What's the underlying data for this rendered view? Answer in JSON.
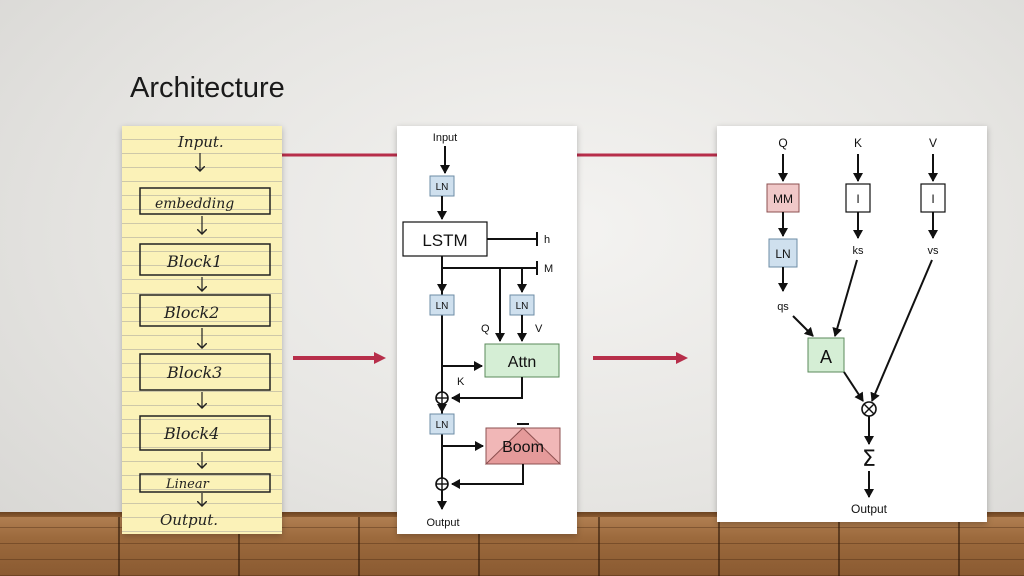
{
  "slide": {
    "title": "Architecture"
  },
  "notes": {
    "input": "Input.",
    "embedding": "embedding",
    "block1": "Block1",
    "block2": "Block2",
    "block3": "Block3",
    "block4": "Block4",
    "linear": "Linear",
    "output": "Output."
  },
  "middle": {
    "input": "Input",
    "ln": "LN",
    "lstm": "LSTM",
    "h": "h",
    "m": "M",
    "q": "Q",
    "v": "V",
    "k": "K",
    "attn": "Attn",
    "boom": "Boom",
    "output": "Output"
  },
  "attention": {
    "q": "Q",
    "k": "K",
    "v": "V",
    "mm": "MM",
    "i": "I",
    "ln": "LN",
    "ks": "ks",
    "vs": "vs",
    "qs": "qs",
    "a": "A",
    "sum": "Σ",
    "output": "Output"
  },
  "colors": {
    "connector": "#b72e4a",
    "ln_box": "#cfe0ee",
    "attn_box": "#d5eed5",
    "boom_box": "#f1b7b7",
    "mm_box": "#f0c8c8",
    "notepad": "#fbf2b8"
  }
}
